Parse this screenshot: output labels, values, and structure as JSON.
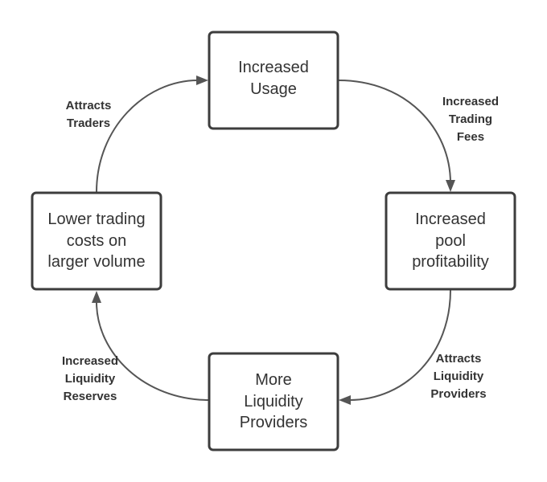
{
  "nodes": {
    "top": {
      "lines": [
        "Increased",
        "Usage"
      ]
    },
    "right": {
      "lines": [
        "Increased",
        "pool",
        "profitability"
      ]
    },
    "bottom": {
      "lines": [
        "More",
        "Liquidity",
        "Providers"
      ]
    },
    "left": {
      "lines": [
        "Lower trading",
        "costs on",
        "larger volume"
      ]
    }
  },
  "edges": {
    "top_to_right": {
      "lines": [
        "Increased",
        "Trading",
        "Fees"
      ]
    },
    "right_to_bottom": {
      "lines": [
        "Attracts",
        "Liquidity",
        "Providers"
      ]
    },
    "bottom_to_left": {
      "lines": [
        "Increased",
        "Liquidity",
        "Reserves"
      ]
    },
    "left_to_top": {
      "lines": [
        "Attracts",
        "Traders"
      ]
    }
  },
  "colors": {
    "box_stroke": "#3d3d3d",
    "arrow": "#555555",
    "text": "#333333"
  }
}
